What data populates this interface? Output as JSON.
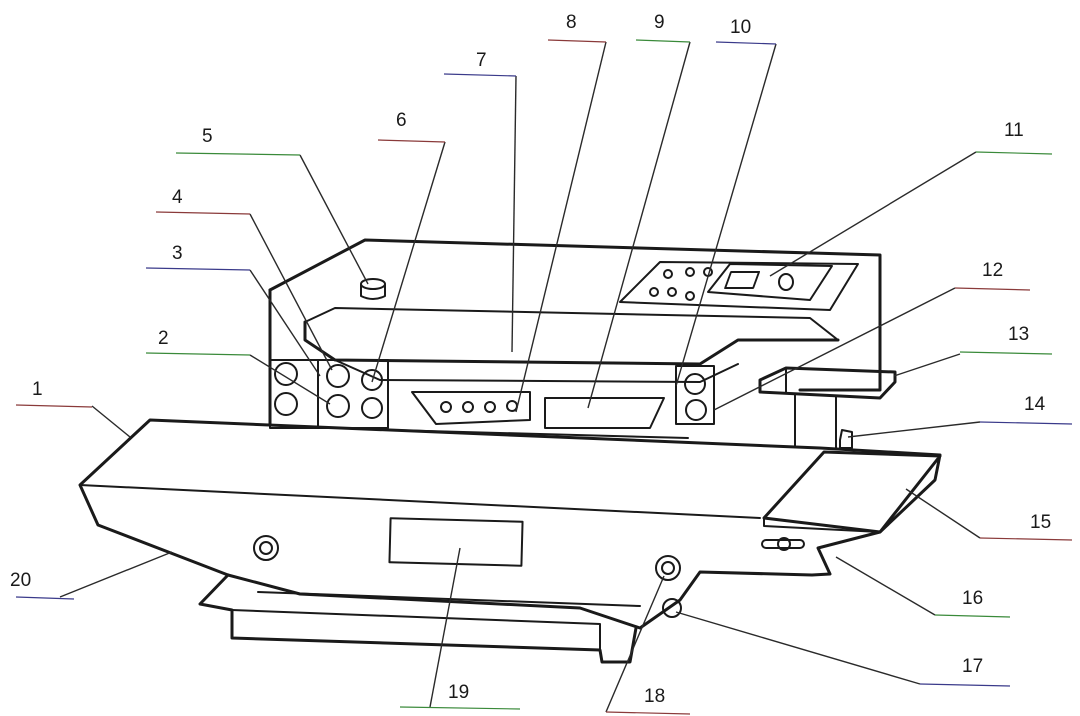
{
  "diagram": {
    "callouts": [
      {
        "id": "1",
        "text": "1"
      },
      {
        "id": "2",
        "text": "2"
      },
      {
        "id": "3",
        "text": "3"
      },
      {
        "id": "4",
        "text": "4"
      },
      {
        "id": "5",
        "text": "5"
      },
      {
        "id": "6",
        "text": "6"
      },
      {
        "id": "7",
        "text": "7"
      },
      {
        "id": "8",
        "text": "8"
      },
      {
        "id": "9",
        "text": "9"
      },
      {
        "id": "10",
        "text": "10"
      },
      {
        "id": "11",
        "text": "11"
      },
      {
        "id": "12",
        "text": "12"
      },
      {
        "id": "13",
        "text": "13"
      },
      {
        "id": "14",
        "text": "14"
      },
      {
        "id": "15",
        "text": "15"
      },
      {
        "id": "16",
        "text": "16"
      },
      {
        "id": "17",
        "text": "17"
      },
      {
        "id": "18",
        "text": "18"
      },
      {
        "id": "19",
        "text": "19"
      },
      {
        "id": "20",
        "text": "20"
      }
    ],
    "colors": {
      "ink": "#1a1a1a",
      "underline_tint_a": "#8a3a3a",
      "underline_tint_b": "#3a8a3a",
      "underline_tint_c": "#3a3a8a",
      "background": "#ffffff"
    }
  }
}
